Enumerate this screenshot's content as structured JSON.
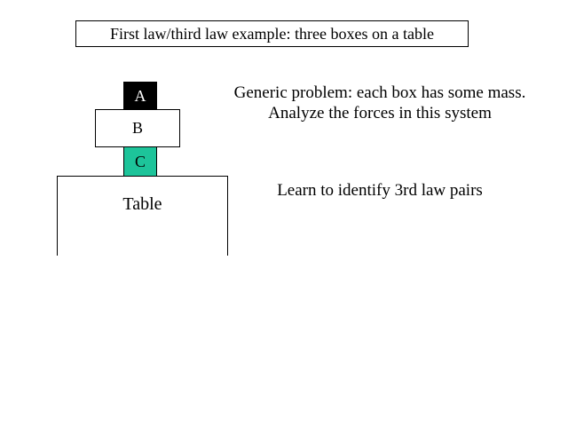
{
  "title": "First law/third law example: three boxes on a table",
  "diagram": {
    "box_a": {
      "label": "A",
      "fill": "#000000"
    },
    "box_b": {
      "label": "B",
      "fill": "#ffffff"
    },
    "box_c": {
      "label": "C",
      "fill": "#1dc49a"
    },
    "table": {
      "label": "Table"
    }
  },
  "text": {
    "generic_line1": "Generic problem:  each box has some mass.",
    "generic_line2": "Analyze the forces in this system",
    "learn": "Learn to identify 3rd law pairs"
  }
}
